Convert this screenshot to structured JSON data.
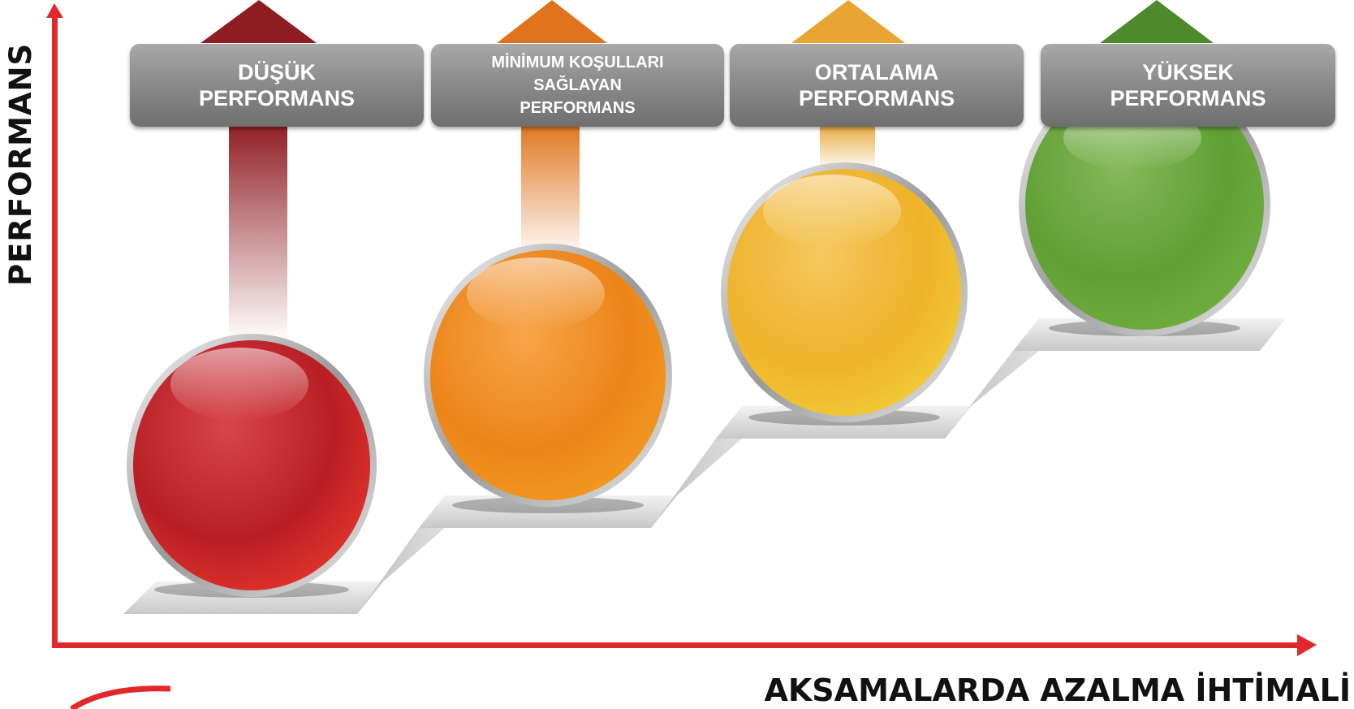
{
  "axes": {
    "y_label": "PERFORMANS",
    "x_label": "AKSAMALARDA AZALMA İHTİMALİ"
  },
  "steps": [
    {
      "lines": [
        "DÜŞÜK",
        "PERFORMANS"
      ],
      "color": "#c8232a",
      "arrow_color": "#8e1d22"
    },
    {
      "lines": [
        "MİNİMUM KOŞULLARI",
        "SAĞLAYAN",
        "PERFORMANS"
      ],
      "color": "#ee8a1e",
      "arrow_color": "#e0741c"
    },
    {
      "lines": [
        "ORTALAMA",
        "PERFORMANS"
      ],
      "color": "#f0c030",
      "arrow_color": "#e8a532"
    },
    {
      "lines": [
        "YÜKSEK",
        "PERFORMANS"
      ],
      "color": "#69a83c",
      "arrow_color": "#4e8a2c"
    }
  ],
  "colors": {
    "axis": "#e3282c",
    "label_box": "#8c8c8c",
    "platform": "#d9d9d9"
  }
}
